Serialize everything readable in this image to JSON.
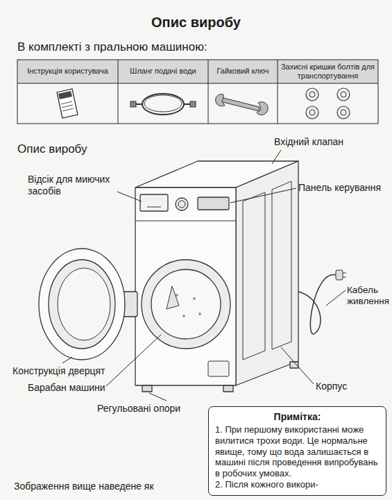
{
  "diagram": {
    "title": "Опис виробу",
    "nodes": [
      {
        "text": [
          "Примітка:",
          "1. При першому використанні може вилитися трохи води. Це нормальне явище, тому що вода залишається в машині після проведення випробувань в робочих умовах.",
          "2. Після кожного викори-"
        ]
      }
    ],
    "labels": [
      "В комплекті з пральною машиною:",
      "Інструкція користувача",
      "Шланг подачі води",
      "Гайковий ключ",
      "Захисні кришки болтів для транспортування",
      "Опис виробу",
      "Вхідний клапан",
      "Панель керування",
      "Відсік для миючих засобів",
      "Кабель живлення",
      "Конструкція дверцят",
      "Барабан машини",
      "Корпус",
      "Регульовані опори",
      "Зображення вище наведене як"
    ]
  }
}
